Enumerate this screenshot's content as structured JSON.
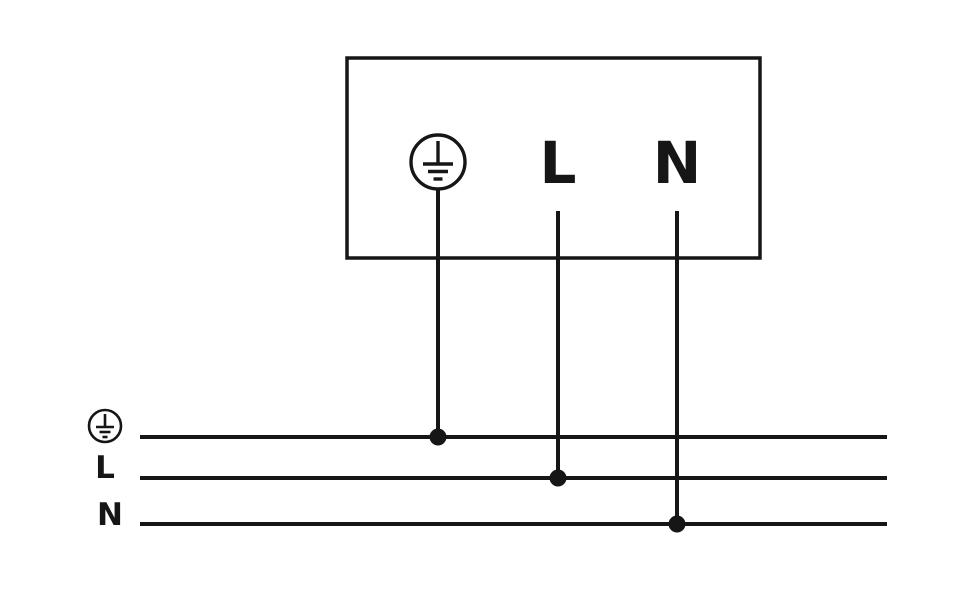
{
  "diagram": {
    "type": "wiring-diagram",
    "description": "Mains power connection diagram: terminal box with protective earth, line and neutral terminals wired to three horizontal supply conductors",
    "colors": {
      "line": "#161616",
      "background": "#ffffff"
    },
    "terminal_box": {
      "terminals": [
        {
          "id": "pe",
          "icon": "earth-icon",
          "label": ""
        },
        {
          "id": "line",
          "label": "L"
        },
        {
          "id": "neutral",
          "label": "N"
        }
      ]
    },
    "supply_lines": [
      {
        "id": "pe",
        "icon": "earth-icon",
        "label": ""
      },
      {
        "id": "line",
        "label": "L"
      },
      {
        "id": "neutral",
        "label": "N"
      }
    ],
    "junctions": [
      {
        "wire": "pe"
      },
      {
        "wire": "line"
      },
      {
        "wire": "neutral"
      }
    ]
  }
}
